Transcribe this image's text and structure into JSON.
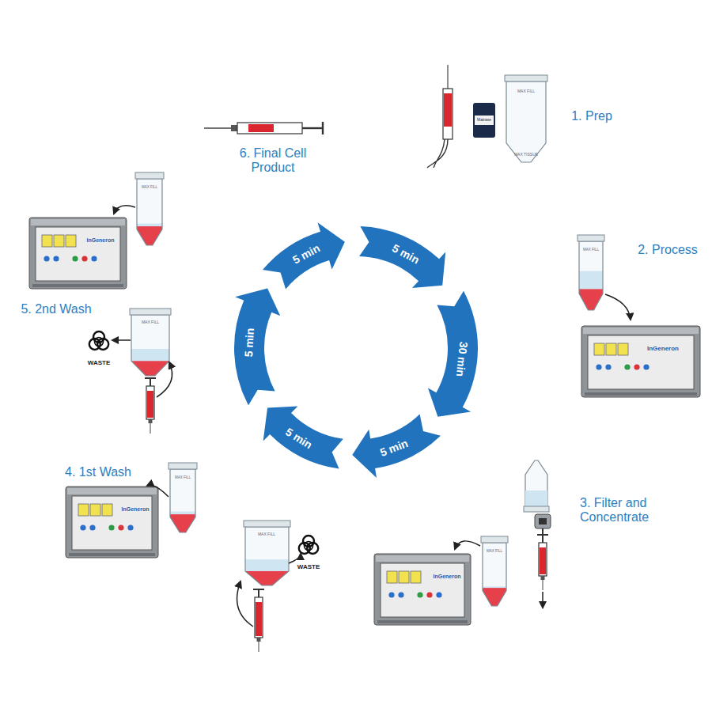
{
  "diagram": {
    "labels": [
      "1. Prep",
      "2. Process",
      "3. Filter and Concentrate",
      "4. 1st Wash",
      "5. 2nd Wash",
      "6. Final Cell Product",
      "5 min",
      "30 min",
      "5 min",
      "5 min",
      "5 min",
      "5 min",
      "WASTE",
      "WASTE",
      "Matrase",
      "MAX FILL",
      "MAX TISSUE",
      "MAX FILL",
      "MAX FILL",
      "MAX FILL",
      "MAX FILL",
      "MAX FILL",
      "MAX FILL",
      "InGeneron",
      "InGeneron",
      "InGeneron",
      "InGeneron"
    ]
  }
}
